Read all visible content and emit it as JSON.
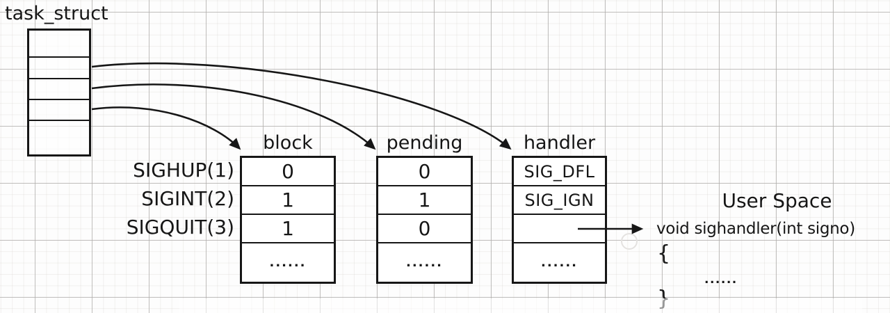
{
  "diagram": {
    "task_struct": {
      "label": "task_struct"
    },
    "signal_rows": [
      "SIGHUP(1)",
      "SIGINT(2)",
      "SIGQUIT(3)"
    ],
    "tables": [
      {
        "header": "block",
        "cells": [
          "0",
          "1",
          "1",
          "......"
        ]
      },
      {
        "header": "pending",
        "cells": [
          "0",
          "1",
          "0",
          "......"
        ]
      },
      {
        "header": "handler",
        "cells": [
          "SIG_DFL",
          "SIG_IGN",
          "",
          "......"
        ]
      }
    ],
    "user_space": {
      "title": "User Space",
      "signature": "void sighandler(int signo)",
      "open_brace": "{",
      "body_dots": "......",
      "close_brace": "}"
    }
  },
  "colors": {
    "ink": "#161616",
    "background": "#fdfdfd",
    "grid_major": "#afadab",
    "grid_minor": "#d2cdc8"
  }
}
